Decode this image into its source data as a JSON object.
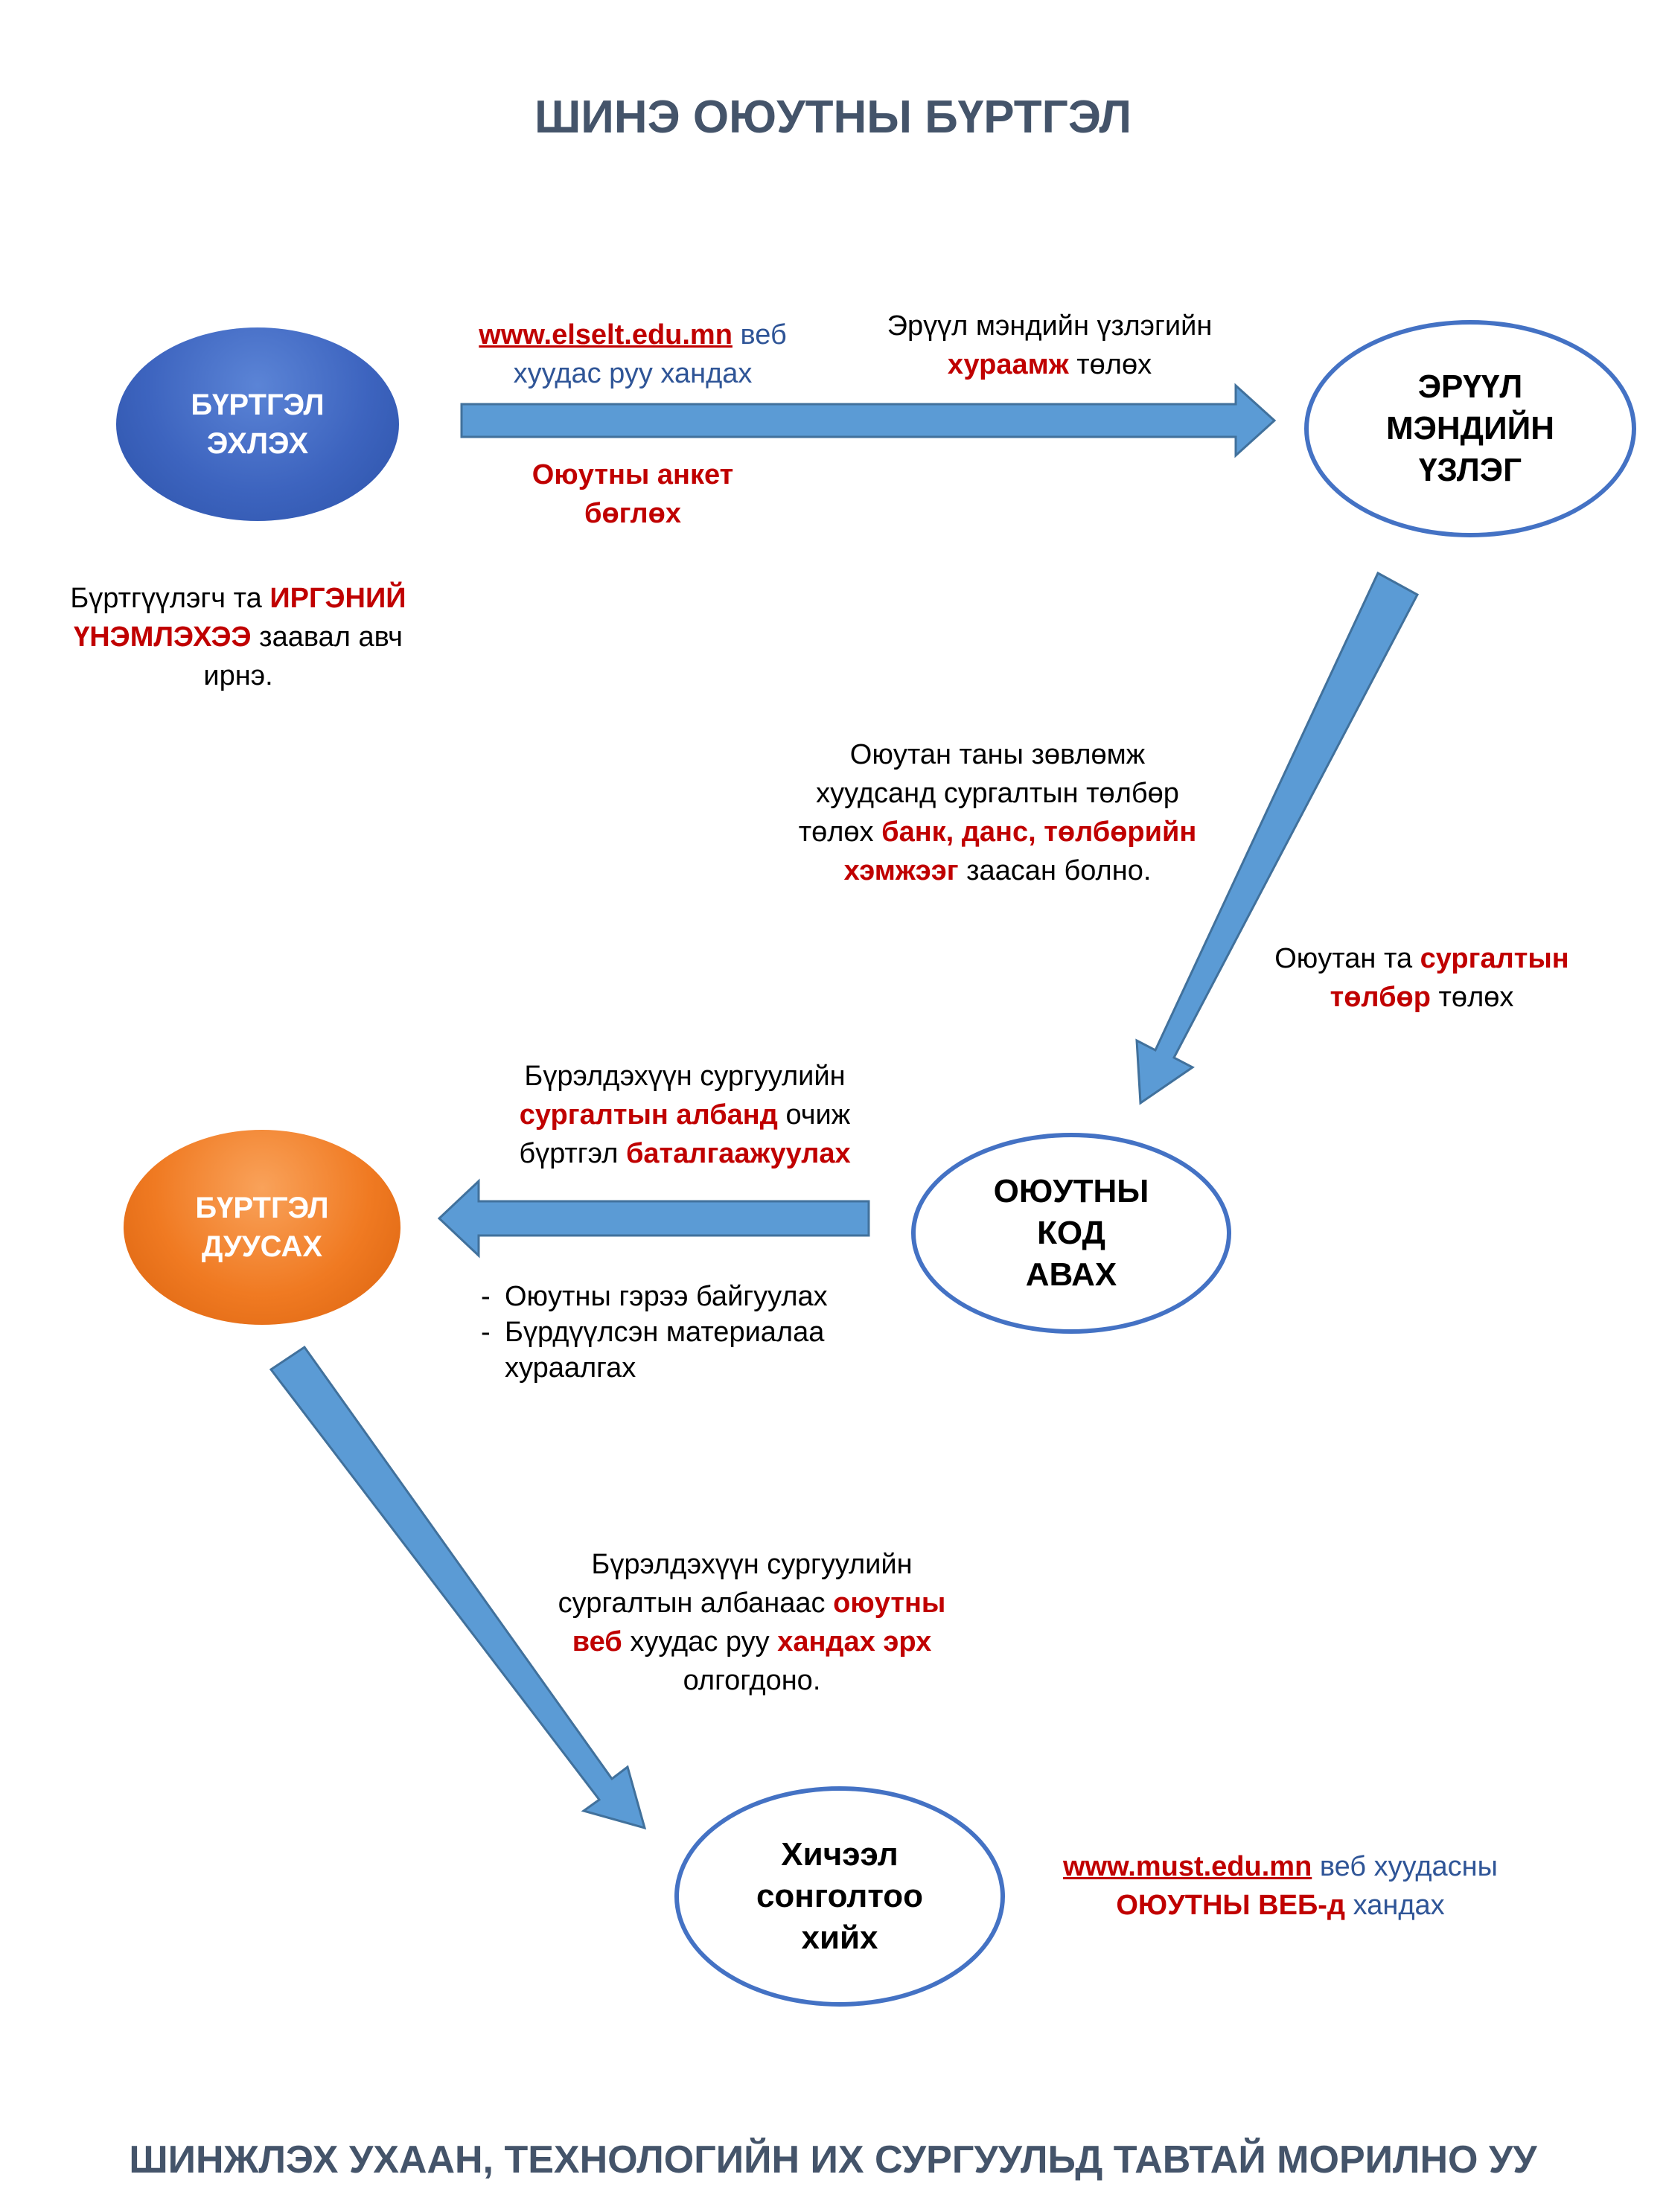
{
  "page": {
    "title": "ШИНЭ ОЮУТНЫ БҮРТГЭЛ",
    "footer": "ШИНЖЛЭХ УХААН, ТЕХНОЛОГИЙН ИХ СУРГУУЛЬД ТАВТАЙ МОРИЛНО УУ"
  },
  "nodes": {
    "start": {
      "line1": "БҮРТГЭЛ",
      "line2": "ЭХЛЭХ",
      "color": "#3d64bf"
    },
    "health": {
      "line1": "ЭРҮҮЛ",
      "line2": "МЭНДИЙН",
      "line3": "ҮЗЛЭГ"
    },
    "code": {
      "line1": "ОЮУТНЫ",
      "line2": "КОД",
      "line3": "АВАХ"
    },
    "finish": {
      "line1": "БҮРТГЭЛ",
      "line2": "ДУУСАХ",
      "color": "#f07a22"
    },
    "courses": {
      "line1": "Хичээл",
      "line2": "сонголтоо",
      "line3": "хийх"
    }
  },
  "labels": {
    "start_web": {
      "link": "www.elselt.edu.mn",
      "rest1": " веб",
      "line2": "хуудас руу хандах"
    },
    "start_form": {
      "line1": "Оюутны анкет",
      "line2": "бөглөх"
    },
    "health_fee": {
      "line1": "Эрүүл мэндийн үзлэгийн",
      "bold": "хураамж",
      "rest": " төлөх"
    },
    "id_note": {
      "pre": "Бүртгүүлэгч та ",
      "bold1": "ИРГЭНИЙ",
      "bold2": "ҮНЭМЛЭХЭЭ",
      "rest": " заавал авч",
      "line3": "ирнэ."
    },
    "advice_note": {
      "line1": "Оюутан таны зөвлөмж",
      "line2": "хуудсанд сургалтын төлбөр",
      "pre3": "төлөх ",
      "bold3": "банк, данс, төлбөрийн",
      "bold4": "хэмжээг",
      "rest4": " заасан болно."
    },
    "tuition": {
      "pre": "Оюутан та ",
      "bold1": "сургалтын",
      "bold2": "төлбөр",
      "rest": " төлөх"
    },
    "office": {
      "line1": "Бүрэлдэхүүн сургуулийн",
      "bold2": "сургалтын албанд",
      "rest2": " очиж",
      "pre3": "бүртгэл ",
      "bold3": "баталгаажуулах"
    },
    "contract_list": [
      "Оюутны гэрээ байгуулах",
      "Бүрдүүлсэн материалаа хураалгах"
    ],
    "access": {
      "line1": "Бүрэлдэхүүн сургуулийн",
      "pre2": "сургалтын албанаас ",
      "bold2": "оюутны",
      "bold3": "веб",
      "mid3": " хуудас руу ",
      "bold3b": "хандах эрх",
      "line4": "олгогдоно."
    },
    "must_web": {
      "link": "www.must.edu.mn",
      "rest1": " веб хуудасны",
      "bold2": "ОЮУТНЫ ВЕБ-д",
      "rest2": " хандах"
    }
  },
  "colors": {
    "arrow_fill": "#5b9bd5",
    "arrow_stroke": "#41719c",
    "title": "#44546a",
    "highlight": "#c00000",
    "node_outline": "#4472c4"
  }
}
